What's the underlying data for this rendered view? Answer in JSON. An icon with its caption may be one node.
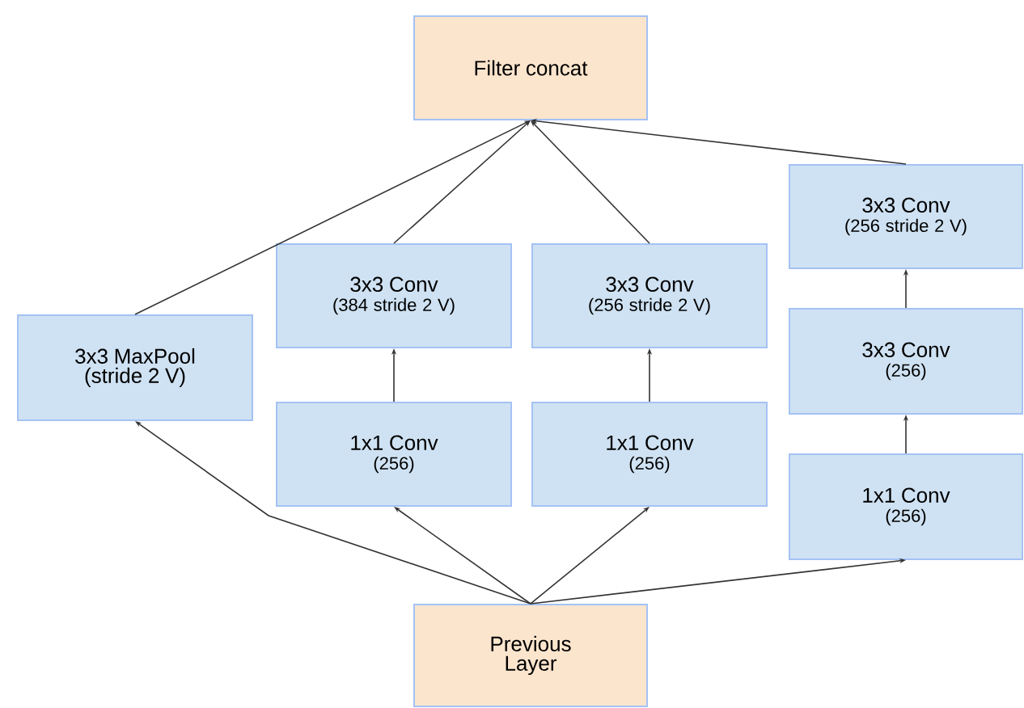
{
  "diagram": {
    "nodes": [
      {
        "text": [
          "Filter concat"
        ]
      },
      {
        "text": [
          "3x3 MaxPool (stride 2 V)"
        ]
      },
      {
        "text": [
          "3x3 Conv",
          "(384 stride 2 V)"
        ]
      },
      {
        "text": [
          "1x1 Conv",
          "(256)"
        ]
      },
      {
        "text": [
          "3x3 Conv",
          "(256 stride 2 V)"
        ]
      },
      {
        "text": [
          "1x1 Conv",
          "(256)"
        ]
      },
      {
        "text": [
          "3x3 Conv",
          "(256 stride 2 V)"
        ]
      },
      {
        "text": [
          "3x3 Conv",
          "(256)"
        ]
      },
      {
        "text": [
          "1x1 Conv",
          "(256)"
        ]
      },
      {
        "text": [
          "Previous Layer"
        ]
      }
    ],
    "edges": [
      {
        "from": 9,
        "to": 1,
        "arrow": "to"
      },
      {
        "from": 9,
        "to": 3,
        "arrow": "to"
      },
      {
        "from": 9,
        "to": 5,
        "arrow": "to"
      },
      {
        "from": 9,
        "to": 8,
        "arrow": "to"
      },
      {
        "from": 3,
        "to": 2,
        "arrow": "to"
      },
      {
        "from": 5,
        "to": 4,
        "arrow": "to"
      },
      {
        "from": 8,
        "to": 7,
        "arrow": "to"
      },
      {
        "from": 7,
        "to": 6,
        "arrow": "to"
      },
      {
        "from": 1,
        "to": 0,
        "arrow": "to"
      },
      {
        "from": 2,
        "to": 0,
        "arrow": "to"
      },
      {
        "from": 4,
        "to": 0,
        "arrow": "to"
      },
      {
        "from": 6,
        "to": 0,
        "arrow": "to"
      }
    ]
  }
}
